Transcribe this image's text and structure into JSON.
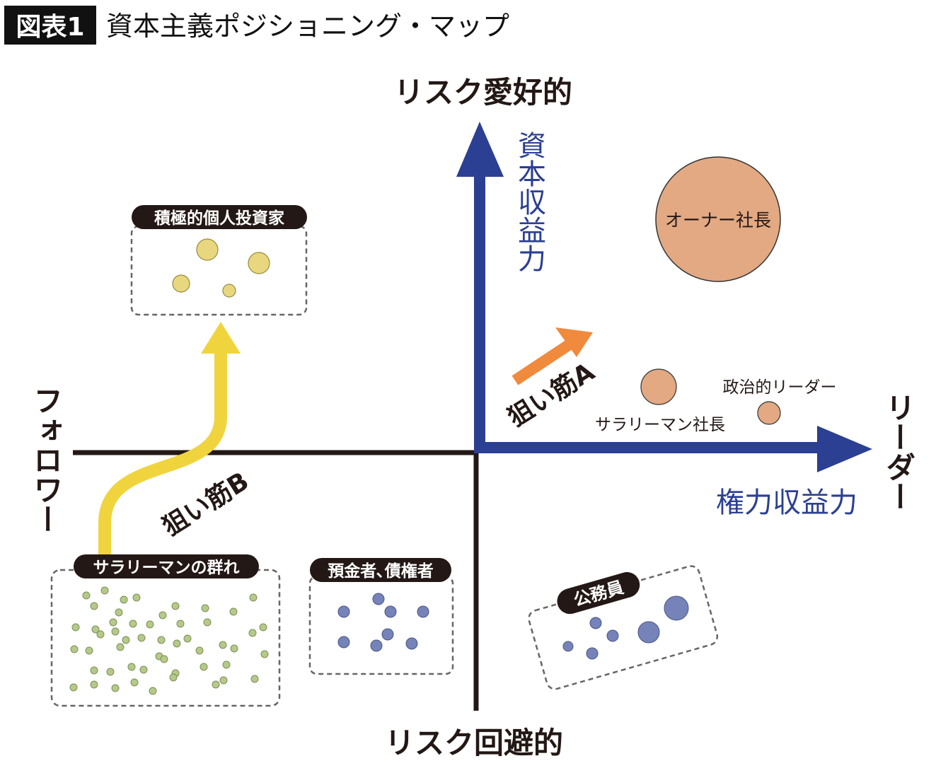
{
  "header": {
    "badge": "図表1",
    "title": "資本主義ポジショニング・マップ"
  },
  "axes": {
    "top": "リスク愛好的",
    "bottom": "リスク回避的",
    "left": "フォロワー",
    "right": "リーダー",
    "vertical_blue": "資本収益力",
    "horizontal_blue": "権力収益力"
  },
  "bubbles": {
    "owner": "オーナー社長",
    "salaryman_president": "サラリーマン社長",
    "political_leader": "政治的リーダー"
  },
  "paths": {
    "a": "狙い筋A",
    "b": "狙い筋B"
  },
  "groups": {
    "investors": "積極的個人投資家",
    "salaryman_crowd": "サラリーマンの群れ",
    "depositors": "預金者､債権者",
    "civil_servants": "公務員"
  },
  "colors": {
    "blue": "#2b3f93",
    "orange": "#e2a983",
    "arrow_orange": "#f08a3c",
    "yellow": "#f0d43e",
    "green_dot": "#b5c98a",
    "blue_dot": "#7683b8",
    "yellow_dot": "#e8d77e"
  }
}
